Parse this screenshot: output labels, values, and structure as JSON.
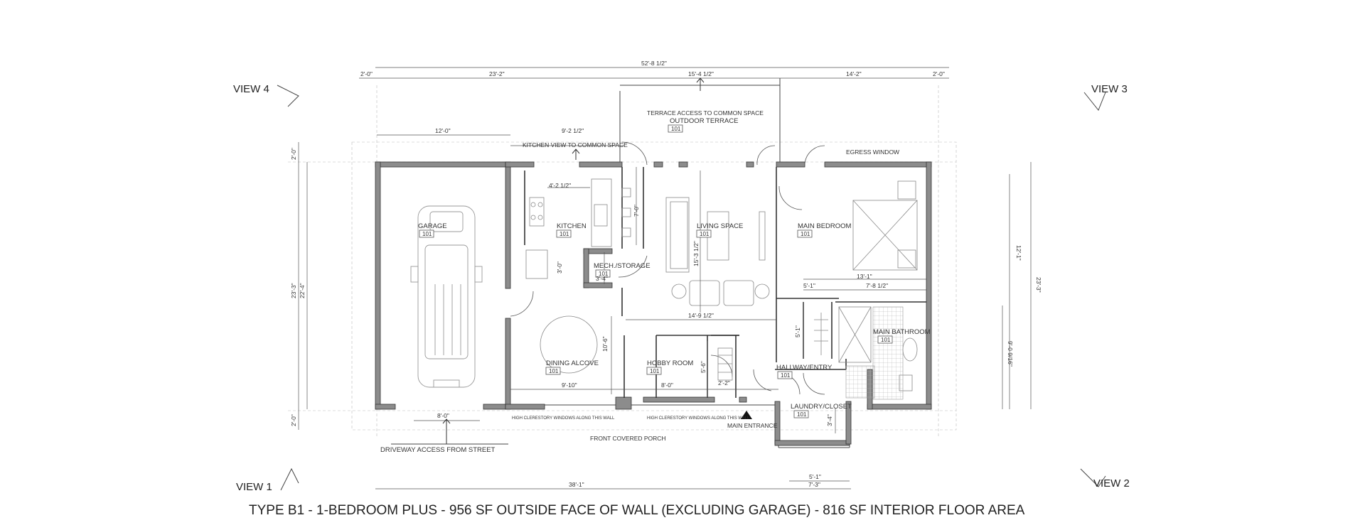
{
  "title": "TYPE B1 - 1-BEDROOM PLUS - 956 SF OUTSIDE FACE OF WALL (EXCLUDING GARAGE) - 816 SF INTERIOR FLOOR AREA",
  "views": {
    "v1": "VIEW 1",
    "v2": "VIEW 2",
    "v3": "VIEW 3",
    "v4": "VIEW 4"
  },
  "rooms": {
    "garage": "GARAGE",
    "kitchen": "KITCHEN",
    "living": "LIVING SPACE",
    "bedroom": "MAIN BEDROOM",
    "mech": "MECH./STORAGE",
    "dining": "DINING ALCOVE",
    "hobby": "HOBBY ROOM",
    "bath": "MAIN BATHROOM",
    "hallway": "HALLWAY/ENTRY",
    "laundry": "LAUNDRY/CLOSET",
    "terrace": "OUTDOOR TERRACE"
  },
  "tag": "101",
  "notes": {
    "terrace_access": "TERRACE ACCESS TO COMMON SPACE",
    "kitchen_view": "KITCHEN VIEW TO COMMON SPACE",
    "egress": "EGRESS WINDOW",
    "porch": "FRONT COVERED PORCH",
    "driveway": "DRIVEWAY ACCESS FROM STREET",
    "main_entrance": "MAIN ENTRANCE",
    "clerestory": "HIGH CLERESTORY WINDOWS ALONG THIS WALL"
  },
  "dims": {
    "overall": "52'-8 1/2\"",
    "left_2ft": "2'-0\"",
    "garage_span": "23'-2\"",
    "terrace_span": "15'-4 1/2\"",
    "bed_span": "14'-2\"",
    "right_2ft": "2'-0\"",
    "garage_inner": "12'-0\"",
    "kitchen_span": "9'-2 1/2\"",
    "kitchen_inner": "4'-2 1/2\"",
    "kit_vert": "7'-0\"",
    "mech_vert": "3'-0\"",
    "mech_w": "3'-4\"",
    "living_vert": "15'-3 1/2\"",
    "bed_13": "13'-1\"",
    "bed_5": "5'-1\"",
    "bed_7": "7'-8 1/2\"",
    "closet_v": "5'-1\"",
    "center": "14'-9 1/2\"",
    "dining_v": "10'-6\"",
    "hobby_v": "5'-6\"",
    "dining_w": "9'-10\"",
    "hobby_w": "8'-0\"",
    "hall_w": "2'-2\"",
    "garage_door": "8'-0\"",
    "laundry_v": "3'-4\"",
    "bottom_overall": "38'-1\"",
    "bottom_51": "5'-1\"",
    "bottom_73": "7'-3\"",
    "left_top": "2'-0\"",
    "left_233": "23'-3\"",
    "left_224": "22'-4\"",
    "left_bot": "2'-0\"",
    "right_121": "12'-1\"",
    "right_233": "23'-3\"",
    "right_90": "9'-0 9/16\""
  },
  "colors": {
    "wall": "#8c8c8c",
    "line": "#333333",
    "dimline": "#555555"
  }
}
